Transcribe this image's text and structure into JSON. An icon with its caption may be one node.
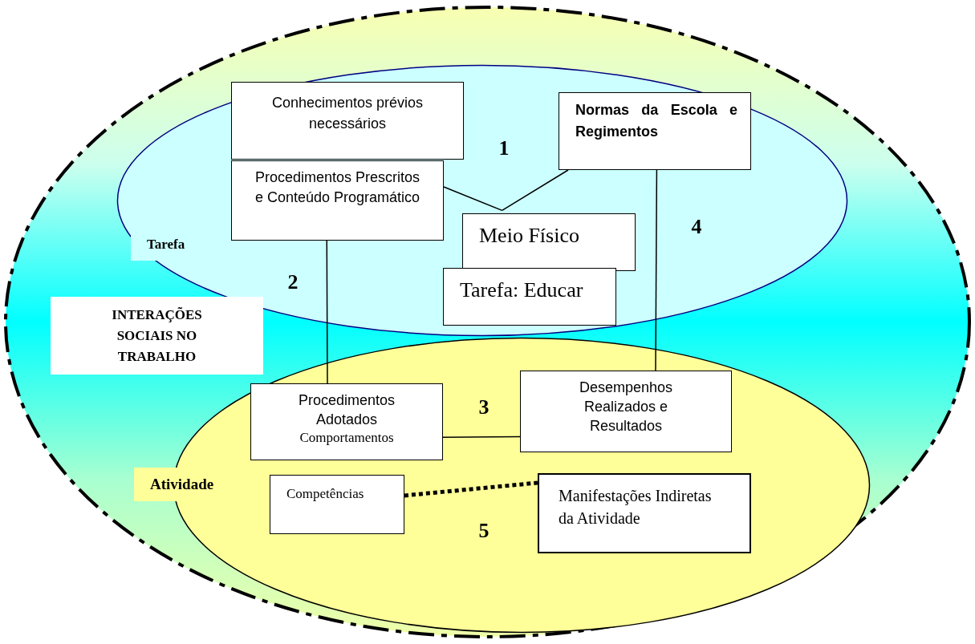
{
  "diagram": {
    "nodes": [
      {
        "text": [
          "INTERAÇÕES SOCIAIS NO TRABALHO"
        ]
      },
      {
        "text": [
          "Tarefa"
        ],
        "in": 0
      },
      {
        "text": [
          "Atividade"
        ],
        "in": 0
      },
      {
        "text": [
          "Conhecimentos prévios necessários"
        ],
        "in": 1
      },
      {
        "text": [
          "Normas da Escola e Regimentos"
        ],
        "in": 1
      },
      {
        "text": [
          "Procedimentos Prescritos e Conteúdo Programático"
        ],
        "in": 1
      },
      {
        "text": [
          "Meio Físico"
        ],
        "in": 1
      },
      {
        "text": [
          "Tarefa: Educar"
        ],
        "in": 1
      },
      {
        "text": [
          "Procedimentos Adotados",
          "Comportamentos"
        ],
        "in": 2
      },
      {
        "text": [
          "Desempenhos Realizados e Resultados"
        ],
        "in": 2
      },
      {
        "text": [
          "Competências"
        ],
        "in": 2
      },
      {
        "text": [
          "Manifestações Indiretas da Atividade"
        ],
        "in": 2
      }
    ],
    "edges": [
      {
        "from": 5,
        "to": 6,
        "arrow": "none"
      },
      {
        "from": 4,
        "to": 6,
        "arrow": "none"
      },
      {
        "from": 5,
        "to": 8,
        "arrow": "none"
      },
      {
        "from": 4,
        "to": 9,
        "arrow": "none"
      },
      {
        "from": 8,
        "to": 9,
        "arrow": "none"
      },
      {
        "from": 10,
        "to": 11,
        "arrow": "none",
        "style": "dashed"
      }
    ],
    "labels": [
      "1",
      "2",
      "3",
      "4",
      "5"
    ]
  }
}
